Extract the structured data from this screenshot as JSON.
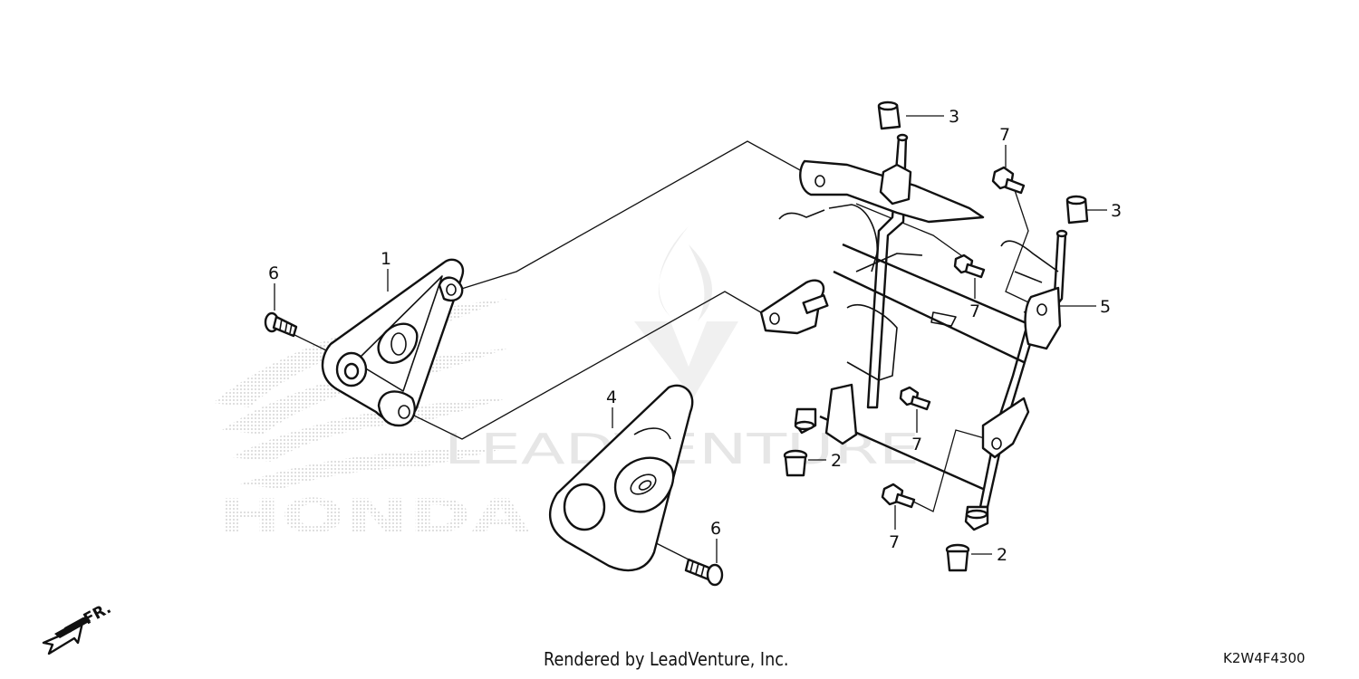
{
  "diagram": {
    "brand_watermark": "HONDA",
    "site_watermark": "LEADVENTURE",
    "direction_label": "FR.",
    "callouts": [
      {
        "id": "c1",
        "text": "1"
      },
      {
        "id": "c2a",
        "text": "2"
      },
      {
        "id": "c2b",
        "text": "2"
      },
      {
        "id": "c3a",
        "text": "3"
      },
      {
        "id": "c3b",
        "text": "3"
      },
      {
        "id": "c4",
        "text": "4"
      },
      {
        "id": "c5",
        "text": "5"
      },
      {
        "id": "c6a",
        "text": "6"
      },
      {
        "id": "c6b",
        "text": "6"
      },
      {
        "id": "c7a",
        "text": "7"
      },
      {
        "id": "c7b",
        "text": "7"
      },
      {
        "id": "c7c",
        "text": "7"
      },
      {
        "id": "c7d",
        "text": "7"
      }
    ]
  },
  "footer": {
    "credit": "Rendered by LeadVenture, Inc.",
    "diagram_code": "K2W4F4300"
  },
  "colors": {
    "ink": "#111111",
    "watermark": "#c8c8c8"
  }
}
